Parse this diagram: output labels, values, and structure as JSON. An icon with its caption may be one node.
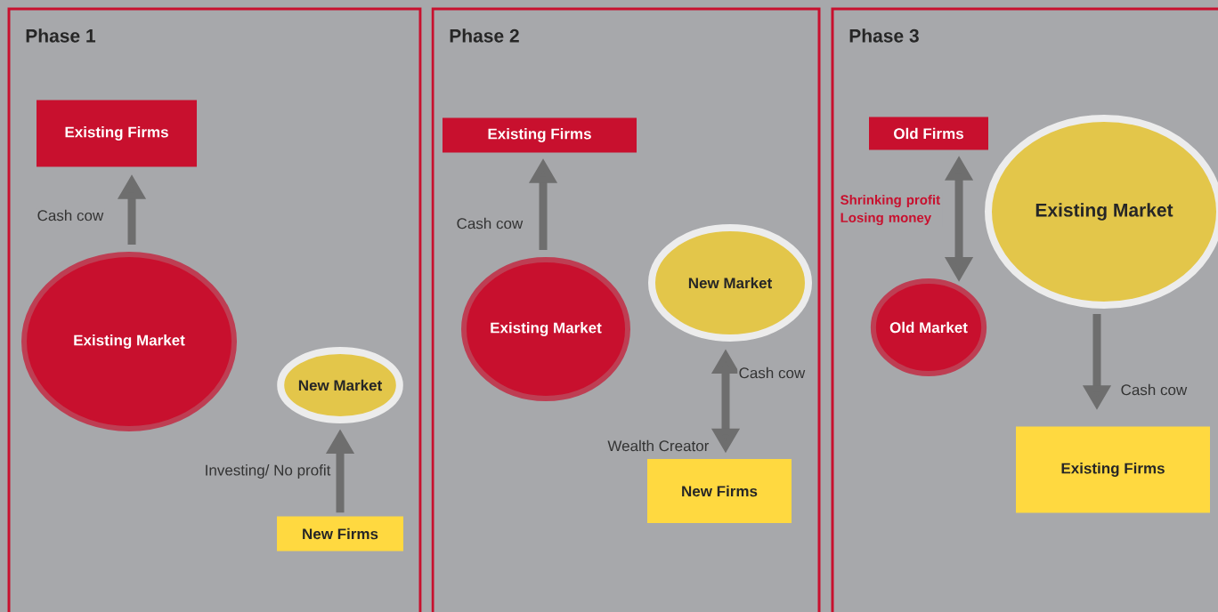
{
  "diagram": {
    "nodes": [
      {
        "text": [
          "Phase 1"
        ]
      },
      {
        "text": [
          "Existing Firms"
        ],
        "in": 0
      },
      {
        "text": [
          "Existing Market"
        ],
        "in": 0
      },
      {
        "text": [
          "New Market"
        ],
        "in": 0
      },
      {
        "text": [
          "New Firms"
        ],
        "in": 0
      },
      {
        "text": [
          "Phase 2"
        ]
      },
      {
        "text": [
          "Existing Firms"
        ],
        "in": 5
      },
      {
        "text": [
          "Existing Market"
        ],
        "in": 5
      },
      {
        "text": [
          "New Market"
        ],
        "in": 5
      },
      {
        "text": [
          "New Firms"
        ],
        "in": 5
      },
      {
        "text": [
          "Phase 3"
        ]
      },
      {
        "text": [
          "Old Firms"
        ],
        "in": 10
      },
      {
        "text": [
          "Old Market"
        ],
        "in": 10
      },
      {
        "text": [
          "Existing Market"
        ],
        "in": 10
      },
      {
        "text": [
          "Existing Firms"
        ],
        "in": 10
      }
    ],
    "edges": [
      {
        "from": 2,
        "to": 1,
        "arrow": "to",
        "label": "Cash cow"
      },
      {
        "from": 4,
        "to": 3,
        "arrow": "to",
        "label": "Investing/ No profit"
      },
      {
        "from": 7,
        "to": 6,
        "arrow": "to",
        "label": "Cash cow"
      },
      {
        "from": 9,
        "to": 8,
        "arrow": "both",
        "label": "Cash cow"
      },
      {
        "from": 12,
        "to": 11,
        "arrow": "both",
        "label": "Shrinking profit Losing money"
      },
      {
        "from": 13,
        "to": 14,
        "arrow": "to",
        "label": "Cash cow"
      }
    ],
    "labels": [
      "Wealth Creator"
    ]
  }
}
